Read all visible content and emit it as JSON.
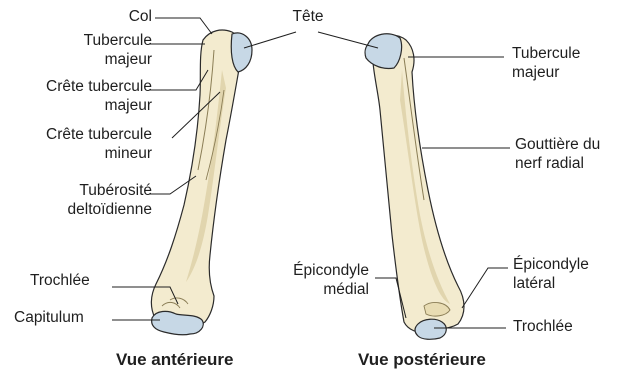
{
  "colors": {
    "bone_fill": "#f3ebcf",
    "bone_shadow": "#d9cc9f",
    "bone_outline": "#2b2b2b",
    "cartilage": "#c7d8e6",
    "leader": "#1f1f1f"
  },
  "labels": {
    "col": "Col",
    "tete": "Tête",
    "tubercule_majeur_ant_1": "Tubercule",
    "tubercule_majeur_ant_2": "majeur",
    "crete_majeur_1": "Crête tubercule",
    "crete_majeur_2": "majeur",
    "crete_mineur_1": "Crête tubercule",
    "crete_mineur_2": "mineur",
    "tuberosite_1": "Tubérosité",
    "tuberosite_2": "deltoïdienne",
    "trochlee_ant": "Trochlée",
    "capitulum": "Capitulum",
    "tubercule_majeur_post_1": "Tubercule",
    "tubercule_majeur_post_2": "majeur",
    "gouttiere_1": "Gouttière du",
    "gouttiere_2": "nerf radial",
    "epicondyle_medial_1": "Épicondyle",
    "epicondyle_medial_2": "médial",
    "epicondyle_lateral_1": "Épicondyle",
    "epicondyle_lateral_2": "latéral",
    "trochlee_post": "Trochlée"
  },
  "captions": {
    "anterior": "Vue antérieure",
    "posterior": "Vue postérieure"
  }
}
